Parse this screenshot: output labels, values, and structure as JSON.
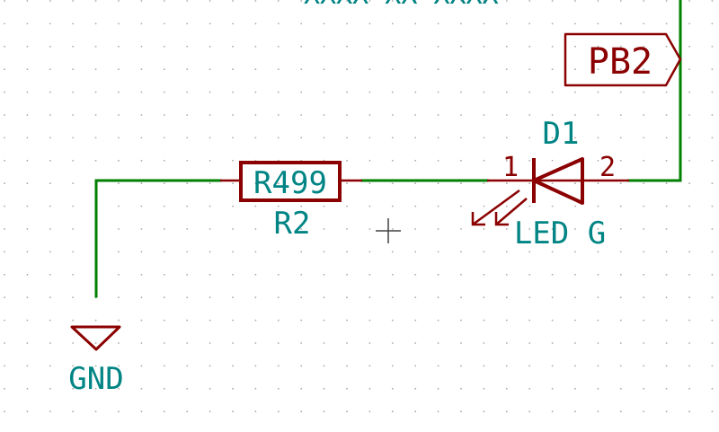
{
  "canvas": {
    "background": "#ffffff",
    "grid_color": "#a8a8a8"
  },
  "colors": {
    "wire": "#008000",
    "symbol": "#8b0000",
    "field_text": "#008484"
  },
  "top_label": {
    "text": "XXXX XX XXXX"
  },
  "components": {
    "resistor": {
      "reference": "R2",
      "value": "R499"
    },
    "led": {
      "reference": "D1",
      "value": "LED G",
      "pin_1": "1",
      "pin_2": "2"
    },
    "ground": {
      "label": "GND"
    },
    "port": {
      "label": "PB2"
    }
  },
  "cursor": {
    "icon": "crosshair-cursor-icon"
  }
}
